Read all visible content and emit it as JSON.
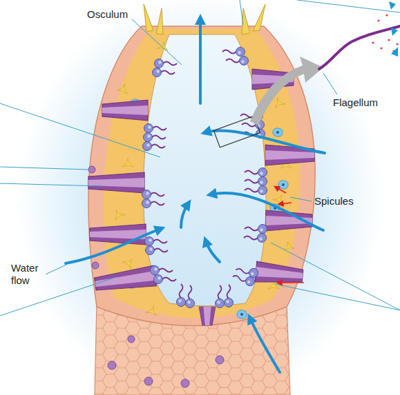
{
  "diagram": {
    "labels": [
      "Osculum",
      "Flagellum",
      "Spicules",
      "Water flow"
    ]
  }
}
